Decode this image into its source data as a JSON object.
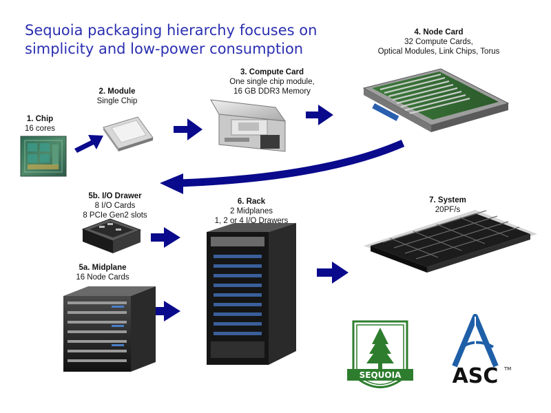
{
  "title": {
    "line1": "Sequoia packaging hierarchy focuses on",
    "line2": "simplicity and low-power consumption"
  },
  "stages": {
    "chip": {
      "name": "1. Chip",
      "lines": [
        "16 cores"
      ]
    },
    "module": {
      "name": "2. Module",
      "lines": [
        "Single Chip"
      ]
    },
    "compute_card": {
      "name": "3. Compute Card",
      "lines": [
        "One single chip module,",
        "16 GB DDR3 Memory"
      ]
    },
    "node_card": {
      "name": "4. Node Card",
      "lines": [
        "32 Compute Cards,",
        "Optical Modules, Link Chips, Torus"
      ]
    },
    "io_drawer": {
      "name": "5b. I/O Drawer",
      "lines": [
        "8 I/O Cards",
        "8 PCIe Gen2 slots"
      ]
    },
    "midplane": {
      "name": "5a. Midplane",
      "lines": [
        "16 Node Cards"
      ]
    },
    "rack": {
      "name": "6. Rack",
      "lines": [
        "2 Midplanes",
        "1, 2 or 4 I/O Drawers"
      ]
    },
    "system": {
      "name": "7. System",
      "lines": [
        "20PF/s"
      ]
    }
  },
  "logos": {
    "sequoia": "SEQUOIA",
    "asc": "ASC",
    "asc_tm": "TM"
  },
  "colors": {
    "title": "#2a2fb0",
    "arrow": "#0a0a8c",
    "sequoia_green": "#2e7d2e",
    "asc_blue": "#1e5fa8"
  }
}
